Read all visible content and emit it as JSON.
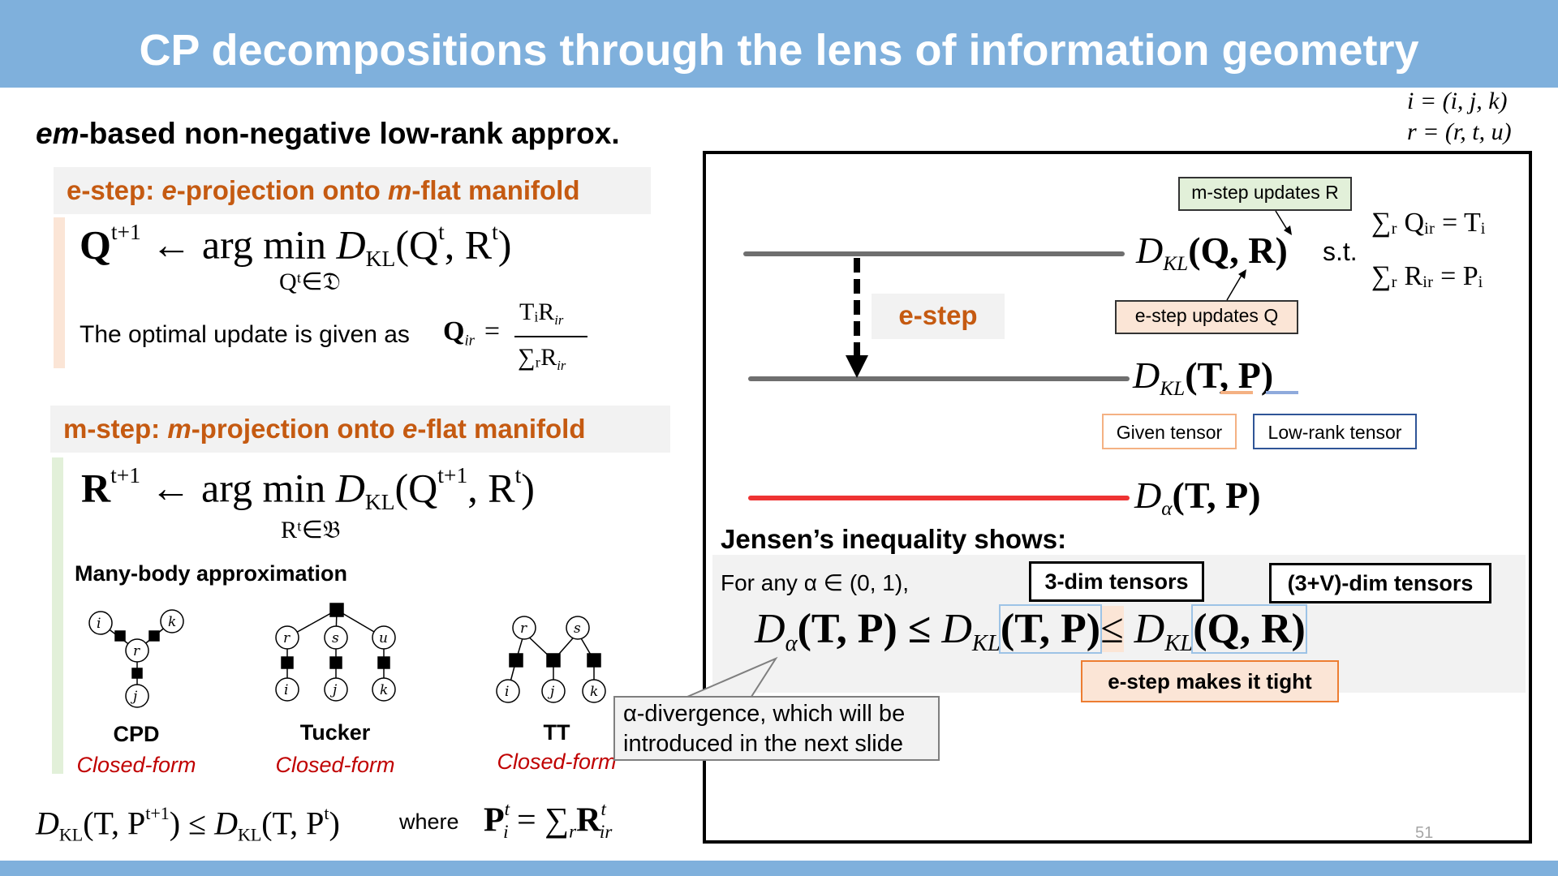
{
  "title": "CP decompositions through the lens of information geometry",
  "section_heading": {
    "em": "em",
    "rest": "-based non-negative low-rank approx."
  },
  "estep": {
    "heading_a": "e-step: ",
    "heading_b": "e",
    "heading_c": "-projection onto ",
    "heading_d": "m",
    "heading_e": "-flat manifold",
    "eq_lhs": "Q",
    "eq_lhs_sup": "t+1",
    "eq_arrow": " ← arg min ",
    "eq_d": "D",
    "eq_d_sub": "KL",
    "eq_args": "(Q",
    "eq_args_sup1": "t",
    "eq_args_mid": ", R",
    "eq_args_sup2": "t",
    "eq_args_end": ")",
    "eq_under": "Qᵗ∈𝔇",
    "optimal_text": "The optimal update is given as",
    "q_ir": "Q",
    "q_ir_sub": "ir",
    "eq_sign": "=",
    "numer": "TᵢR",
    "numer_sub": "ir",
    "denom": "∑ᵣR",
    "denom_sub": "ir"
  },
  "mstep": {
    "heading_a": "m-step: ",
    "heading_b": "m",
    "heading_c": "-projection onto ",
    "heading_d": "e",
    "heading_e": "-flat manifold",
    "eq_lhs": "R",
    "eq_lhs_sup": "t+1",
    "eq_arrow": " ← arg min ",
    "eq_d": "D",
    "eq_d_sub": "KL",
    "eq_args": "(Q",
    "eq_args_sup1": "t+1",
    "eq_args_mid": ", R",
    "eq_args_sup2": "t",
    "eq_args_end": ")",
    "eq_under": "Rᵗ∈𝔅"
  },
  "many_body": {
    "label": "Many-body approximation",
    "diagrams": [
      {
        "name": "CPD",
        "closed": "Closed-form",
        "nodes": [
          "i",
          "k",
          "r",
          "j"
        ]
      },
      {
        "name": "Tucker",
        "closed": "Closed-form",
        "nodes": [
          "r",
          "s",
          "u",
          "i",
          "j",
          "k"
        ]
      },
      {
        "name": "TT",
        "closed": "Closed-form",
        "nodes": [
          "r",
          "s",
          "i",
          "j",
          "k"
        ]
      }
    ]
  },
  "bottom_eq": {
    "left": "D",
    "left_sub": "KL",
    "left_args": "(T, P",
    "left_sup": "t+1",
    "left_end": ")",
    "leq": " ≤ ",
    "right": "D",
    "right_sub": "KL",
    "right_args": "(T, P",
    "right_sup": "t",
    "right_end": ")",
    "where": "where",
    "p": "P",
    "p_sup": "t",
    "p_sub": "i",
    "eq": " = ∑",
    "sum_sub": "r",
    "r": "R",
    "r_sup": "t",
    "r_sub": "ir"
  },
  "index_defs": {
    "i": "i = (i, j, k)",
    "r": "r = (r, t, u)"
  },
  "panel": {
    "mstep_updates": "m-step updates R",
    "dkl_qr": "D",
    "dkl_qr_sub": "KL",
    "dkl_qr_args": "(Q, R)",
    "st": "s.t.",
    "constraint1": "∑ᵣ Qᵢᵣ = Tᵢ",
    "constraint2": "∑ᵣ Rᵢᵣ = Pᵢ",
    "estep_label": "e-step",
    "estep_updates": "e-step updates  Q",
    "dkl_tp": "D",
    "dkl_tp_sub": "KL",
    "dkl_tp_args": "(T, P)",
    "given_tensor": "Given tensor",
    "lowrank_tensor": "Low-rank tensor",
    "dalpha": "D",
    "dalpha_sub": "α",
    "dalpha_args": "(T, P)"
  },
  "jensen": {
    "title": "Jensen’s inequality shows:",
    "for_any": "For any α ∈ (0, 1),",
    "dim3": "3-dim tensors",
    "dim3v": "(3+V)-dim tensors",
    "ineq_a": "D",
    "ineq_a_sub": "α",
    "ineq_a_args": "(T, P) ≤ ",
    "ineq_b": "D",
    "ineq_b_sub": "KL",
    "ineq_b_args": "(T, P)",
    "ineq_leq": "≤",
    "ineq_c": " D",
    "ineq_c_sub": "KL",
    "ineq_c_args": "(Q, R)",
    "tight": "e-step makes it tight"
  },
  "alpha_note": {
    "line1": "α-divergence, which will be",
    "line2": "introduced in the next slide"
  },
  "page_number": "51",
  "colors": {
    "title_bar": "#7fb0dc",
    "orange": "#c55a11",
    "red": "#c00000",
    "estep_bar": "#fbe5d6",
    "mstep_bar": "#e2f0d9"
  }
}
